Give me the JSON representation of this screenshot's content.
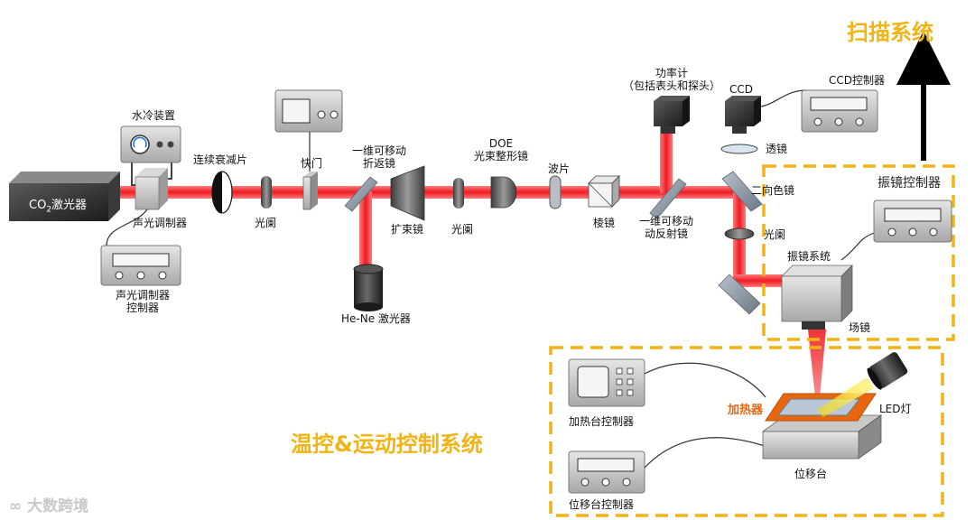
{
  "header": {
    "scan_system_title": "扫描系统",
    "motion_system_title": "温控&运动控制系统"
  },
  "components": {
    "co2_laser_prefix": "CO",
    "co2_laser_sub": "2",
    "co2_laser_suffix": "激光器",
    "water_cooling": "水冷装置",
    "aom": "声光调制器",
    "aom_controller_line1": "声光调制器",
    "aom_controller_line2": "控制器",
    "attenuator": "连续衰减片",
    "aperture_1": "光阑",
    "shutter": "快门",
    "mirror_movable_line1": "一维可移动",
    "mirror_movable_line2": "折返镜",
    "hene_laser": "He-Ne 激光器",
    "beam_expander": "扩束镜",
    "aperture_2": "光阑",
    "doe_line1": "DOE",
    "doe_line2": "光束整形镜",
    "waveplate": "波片",
    "prism": "棱镜",
    "reflector_line1": "一维可移动",
    "reflector_line2": "动反射镜",
    "power_meter_line1": "功率计",
    "power_meter_line2": "（包括表头和探头）",
    "ccd": "CCD",
    "ccd_controller": "CCD控制器",
    "lens": "透镜",
    "dichroic": "二向色镜",
    "aperture_3": "光阑",
    "galvo_controller": "振镜控制器",
    "galvo_system": "振镜系统",
    "field_lens": "场镜",
    "heater": "加热器",
    "led": "LED灯",
    "heater_controller": "加热台控制器",
    "stage": "位移台",
    "stage_controller": "位移台控制器"
  },
  "watermark": "大数跨境",
  "colors": {
    "laser": "#ee1c24",
    "dashed_box": "#f0b416",
    "heater": "#e8670e"
  }
}
